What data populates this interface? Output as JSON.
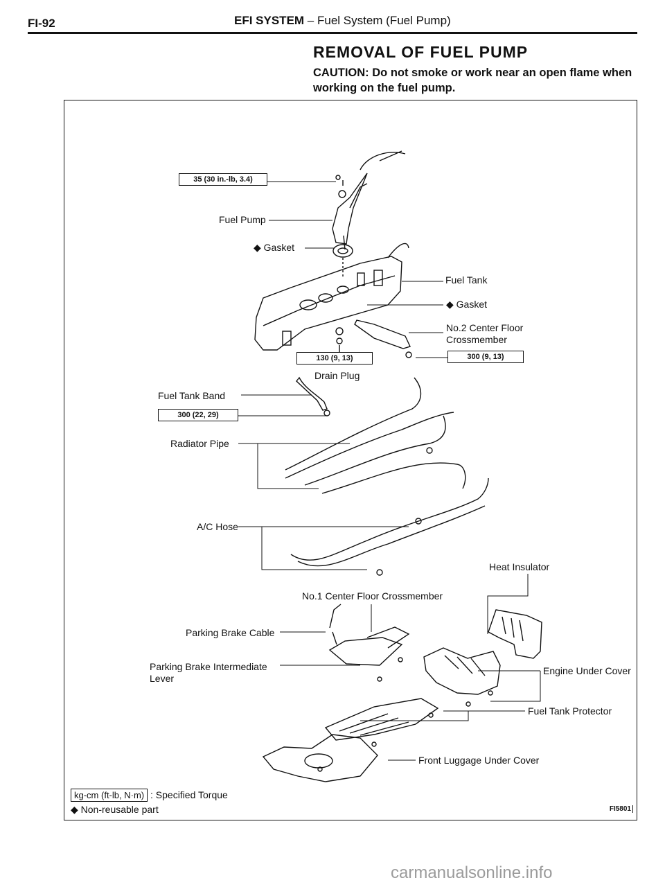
{
  "header": {
    "page_code": "FI-92",
    "system": "EFI SYSTEM",
    "separator": " – ",
    "subtitle": "Fuel System (Fuel Pump)"
  },
  "section": {
    "title": "REMOVAL OF FUEL PUMP",
    "caution": "CAUTION:  Do not smoke or work near an open flame when working on the fuel pump."
  },
  "diagram": {
    "torque_35": "35 (30 in.-lb, 3.4)",
    "fuel_pump": "Fuel Pump",
    "gasket_top": "Gasket",
    "fuel_tank": "Fuel Tank",
    "gasket_right": "Gasket",
    "no2_crossmember_1": "No.2 Center Floor",
    "no2_crossmember_2": "Crossmember",
    "torque_130": "130 (9, 13)",
    "torque_300a": "300 (9, 13)",
    "drain_plug": "Drain Plug",
    "fuel_tank_band": "Fuel Tank Band",
    "torque_300b": "300 (22, 29)",
    "radiator_pipe": "Radiator Pipe",
    "ac_hose": "A/C Hose",
    "heat_insulator": "Heat Insulator",
    "no1_crossmember": "No.1 Center Floor Crossmember",
    "parking_brake_cable": "Parking Brake Cable",
    "parking_brake_lever_1": "Parking Brake Intermediate",
    "parking_brake_lever_2": "Lever",
    "engine_under_cover": "Engine Under Cover",
    "fuel_tank_protector": "Fuel Tank Protector",
    "front_luggage_cover": "Front Luggage Under Cover"
  },
  "legend": {
    "torque_units": "kg-cm (ft-lb, N·m)",
    "torque_desc": ": Specified Torque",
    "nonreusable": "Non-reusable part"
  },
  "figure_code": "FI5801",
  "watermark": "carmanualsonline.info"
}
